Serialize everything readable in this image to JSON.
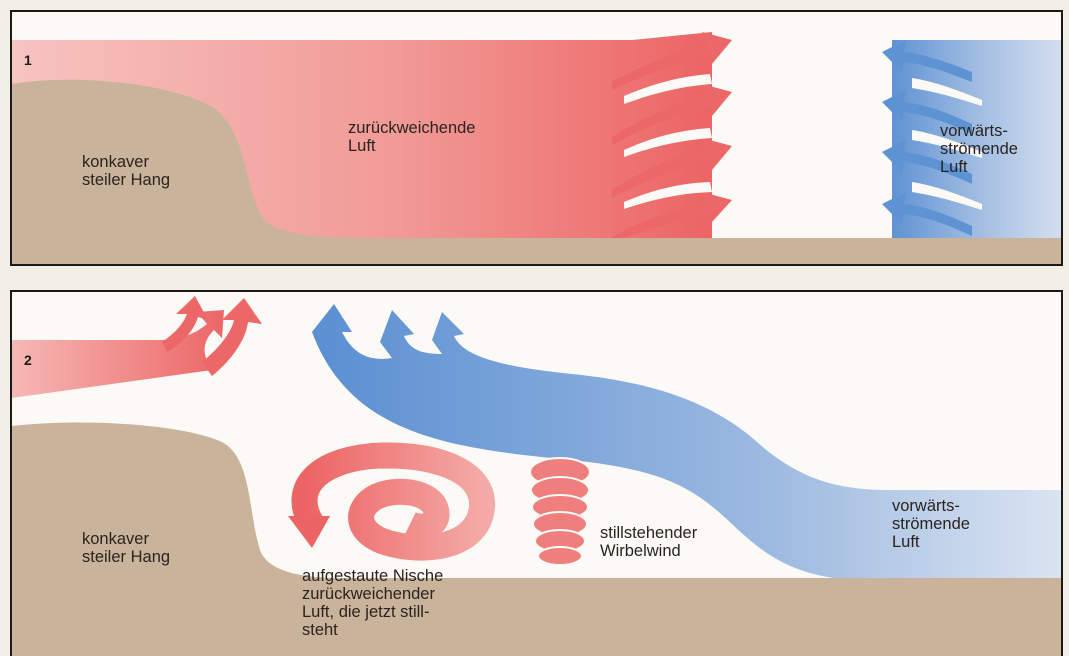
{
  "colors": {
    "ground": "#c9b39a",
    "warm_air": "#ee6b6b",
    "cold_air": "#5b8fd0",
    "frame": "#1a1a1a",
    "sky": "#fbfaf6"
  },
  "panel1": {
    "number": "1",
    "labels": {
      "slope": "konkaver\nsteiler Hang",
      "receding": "zurückweichende\nLuft",
      "advancing": "vorwärts-\nströmende\nLuft"
    }
  },
  "panel2": {
    "number": "2",
    "labels": {
      "slope": "konkaver\nsteiler Hang",
      "niche": "aufgestaute Nische\nzurückweichender\nLuft, die jetzt still-\nsteht",
      "whirlwind": "stillstehender\nWirbelwind",
      "advancing": "vorwärts-\nströmende\nLuft"
    }
  }
}
